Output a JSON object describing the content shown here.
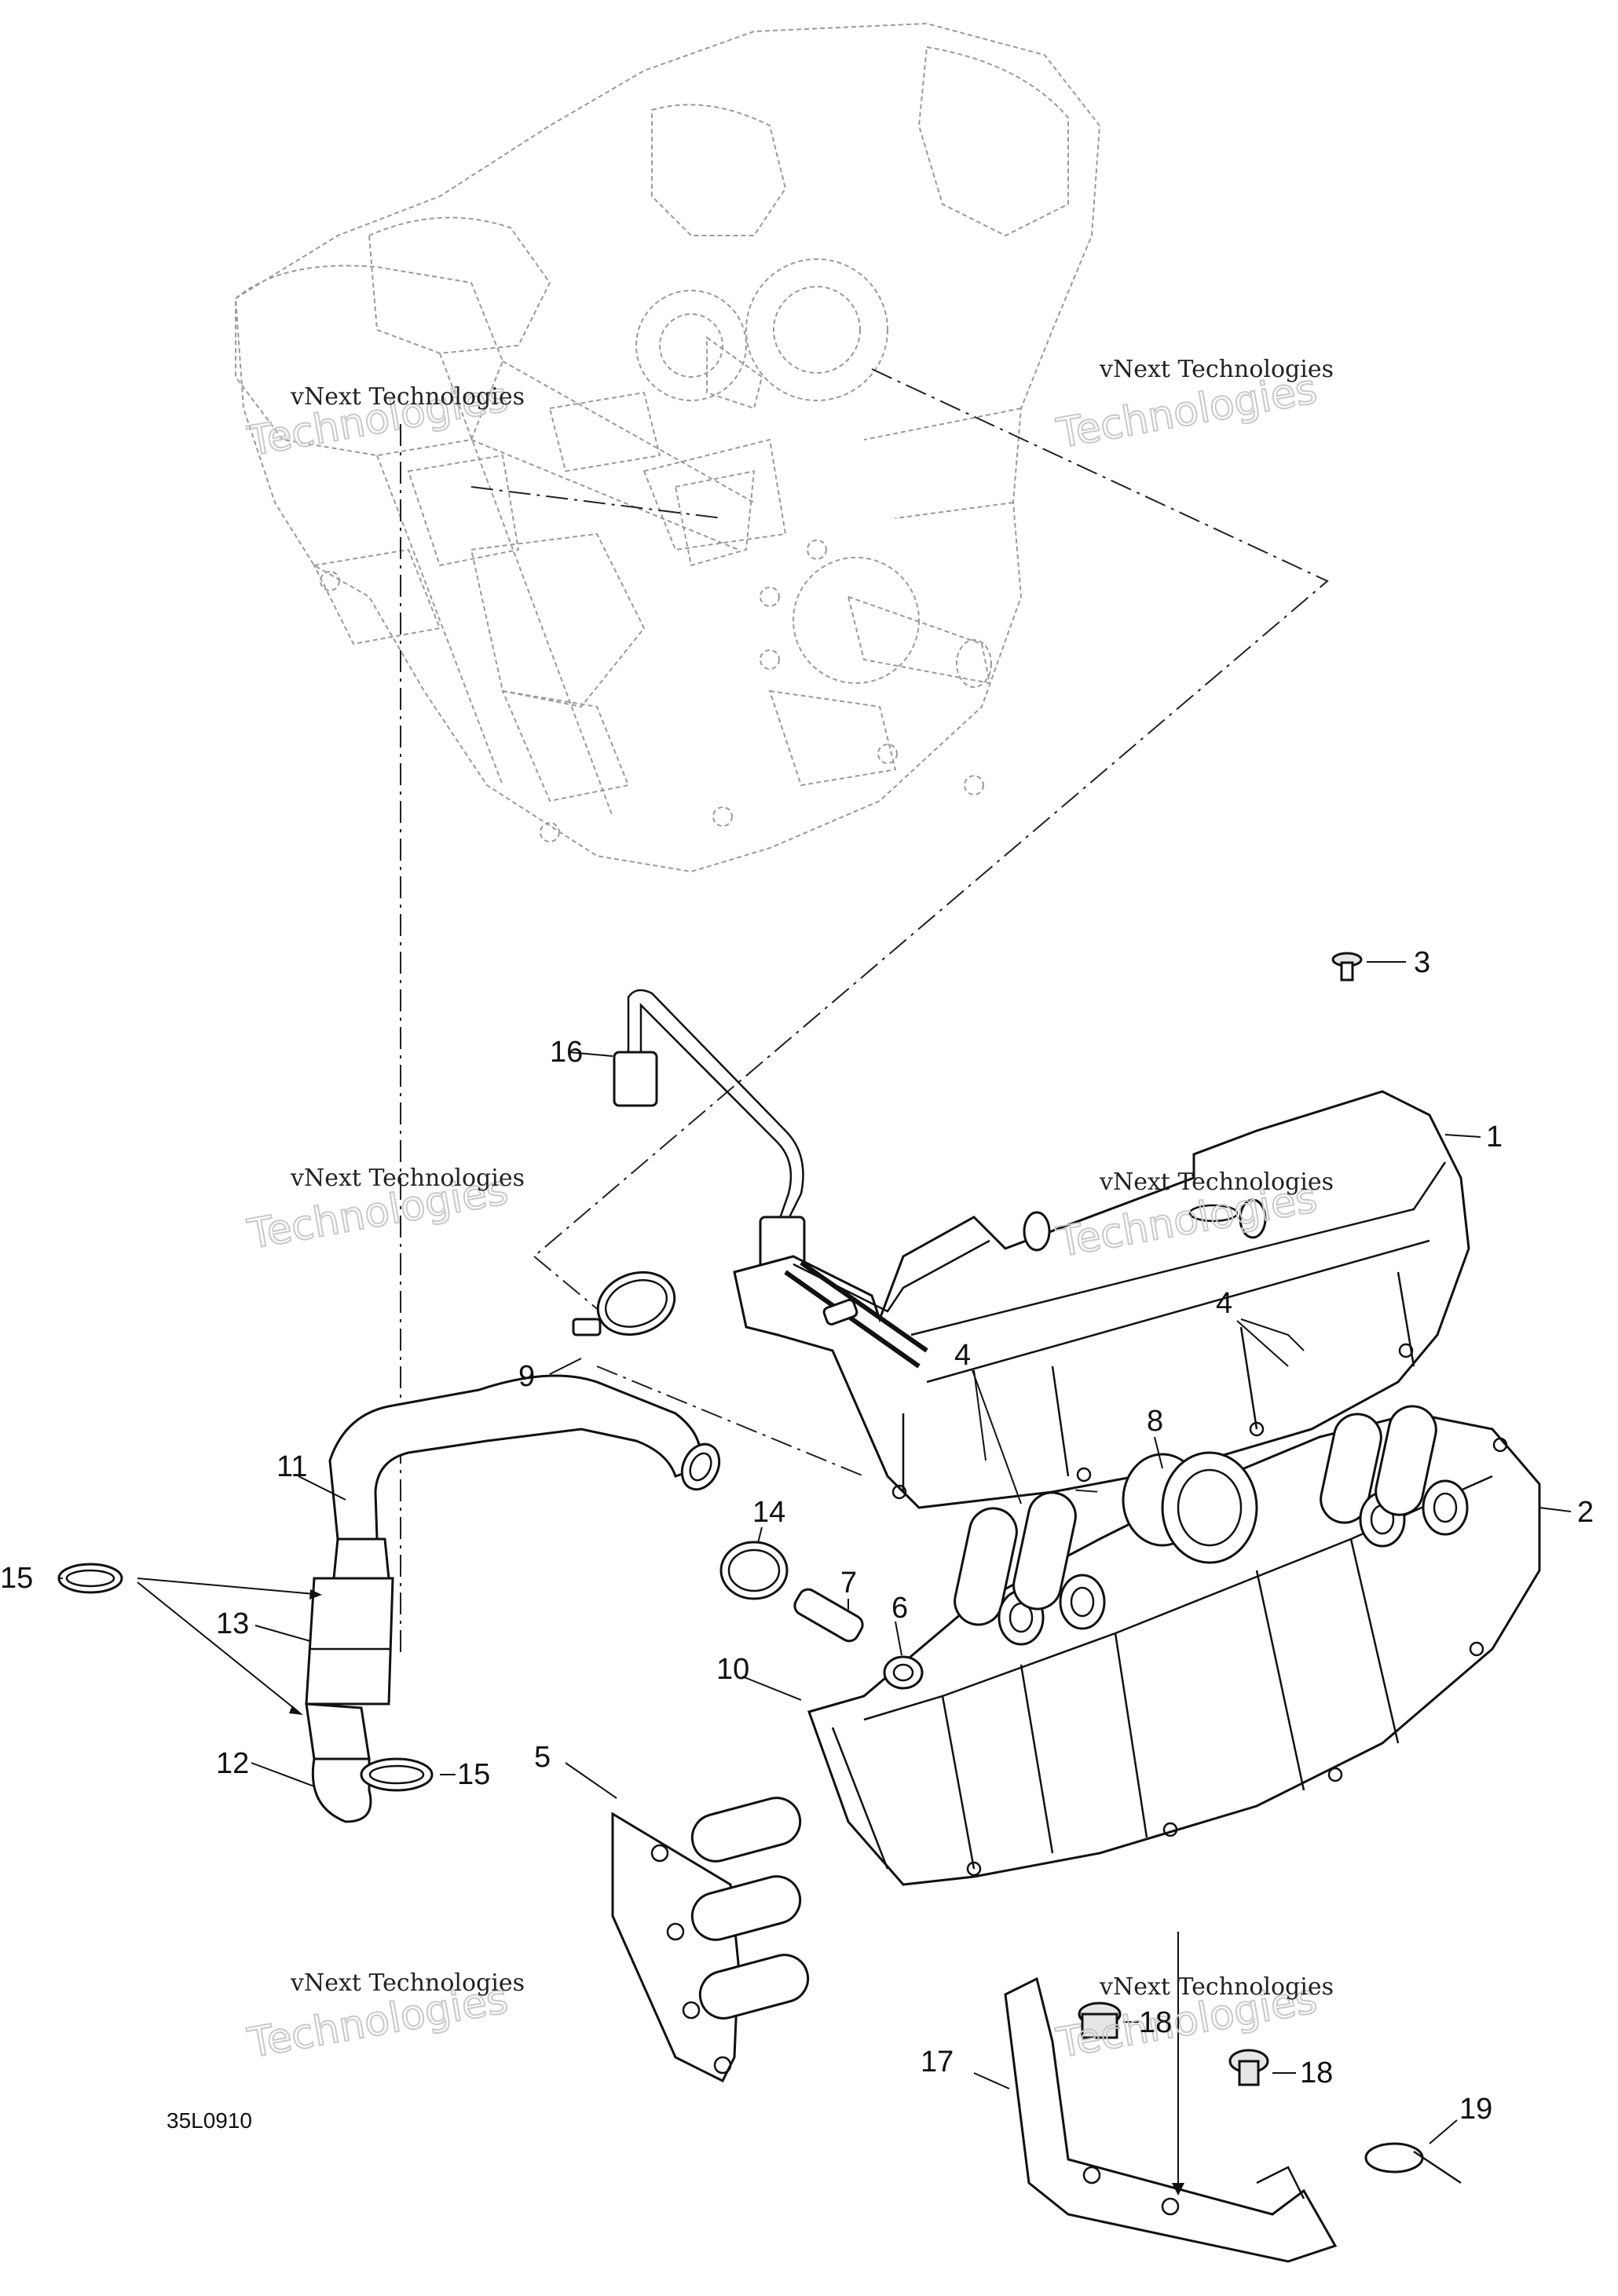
{
  "diagram": {
    "reference_code": "35L0910",
    "watermark": {
      "line1": "vNext Technologies",
      "line2": "Technologies"
    },
    "callouts": [
      {
        "id": "c1",
        "label": "1"
      },
      {
        "id": "c2",
        "label": "2"
      },
      {
        "id": "c3",
        "label": "3"
      },
      {
        "id": "c4a",
        "label": "4"
      },
      {
        "id": "c4b",
        "label": "4"
      },
      {
        "id": "c5",
        "label": "5"
      },
      {
        "id": "c6",
        "label": "6"
      },
      {
        "id": "c7",
        "label": "7"
      },
      {
        "id": "c8",
        "label": "8"
      },
      {
        "id": "c9",
        "label": "9"
      },
      {
        "id": "c10",
        "label": "10"
      },
      {
        "id": "c11",
        "label": "11"
      },
      {
        "id": "c12",
        "label": "12"
      },
      {
        "id": "c13",
        "label": "13"
      },
      {
        "id": "c14",
        "label": "14"
      },
      {
        "id": "c15a",
        "label": "15"
      },
      {
        "id": "c15b",
        "label": "15"
      },
      {
        "id": "c16",
        "label": "16"
      },
      {
        "id": "c17",
        "label": "17"
      },
      {
        "id": "c18a",
        "label": "18"
      },
      {
        "id": "c18b",
        "label": "18"
      },
      {
        "id": "c19",
        "label": "19"
      }
    ]
  }
}
